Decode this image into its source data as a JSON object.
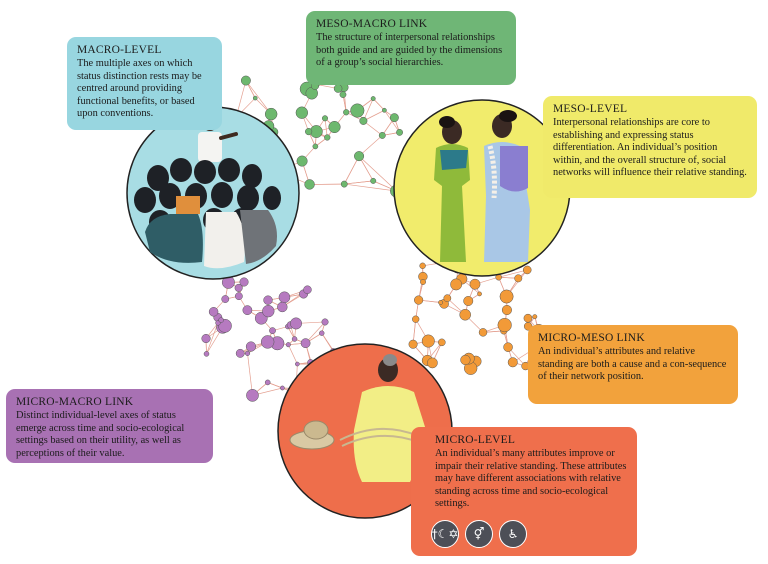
{
  "levels": {
    "macro": {
      "title": "MACRO-LEVEL",
      "body": "The multiple axes on which status distinction rests may be centred around providing functional benefits, or based upon conventions.",
      "color": "#98d6e0"
    },
    "meso_macro": {
      "title": "MESO-MACRO LINK",
      "body": "The structure of interpersonal relationships both guide and are guided by the dimensions of a group’s social hierarchies.",
      "color": "#6fb676"
    },
    "meso": {
      "title": "MESO-LEVEL",
      "body": "Interpersonal relationships are core to establishing and expressing status differentiation. An individual’s position within, and the overall structure of, social networks will influence their relative standing.",
      "color": "#f0ea6a"
    },
    "micro_meso": {
      "title": "MICRO-MESO LINK",
      "body": "An individual’s attributes and relative standing are both a cause and a con-sequence of their network position.",
      "color": "#f2a23c"
    },
    "micro_macro": {
      "title": "MICRO-MACRO LINK",
      "body": "Distinct individual-level axes of status emerge across time and socio-ecological settings based on their utility, as well as perceptions of their value.",
      "color": "#a871b3"
    },
    "micro": {
      "title": "MICRO-LEVEL",
      "body": "An individual’s many attributes improve or impair their relative standing. These attributes may have different associations with relative standing across time and socio-ecological settings.",
      "color": "#ef6f4c"
    }
  },
  "attribute_icons": [
    {
      "name": "religion-symbols-icon",
      "glyph": "†☾✡"
    },
    {
      "name": "gender-symbols-icon",
      "glyph": "⚥"
    },
    {
      "name": "disability-health-icon",
      "glyph": "♿"
    }
  ],
  "network_colors": {
    "green": "#6db86e",
    "orange": "#f29a38",
    "purple": "#b67ac0",
    "edge": "#e4a091"
  }
}
